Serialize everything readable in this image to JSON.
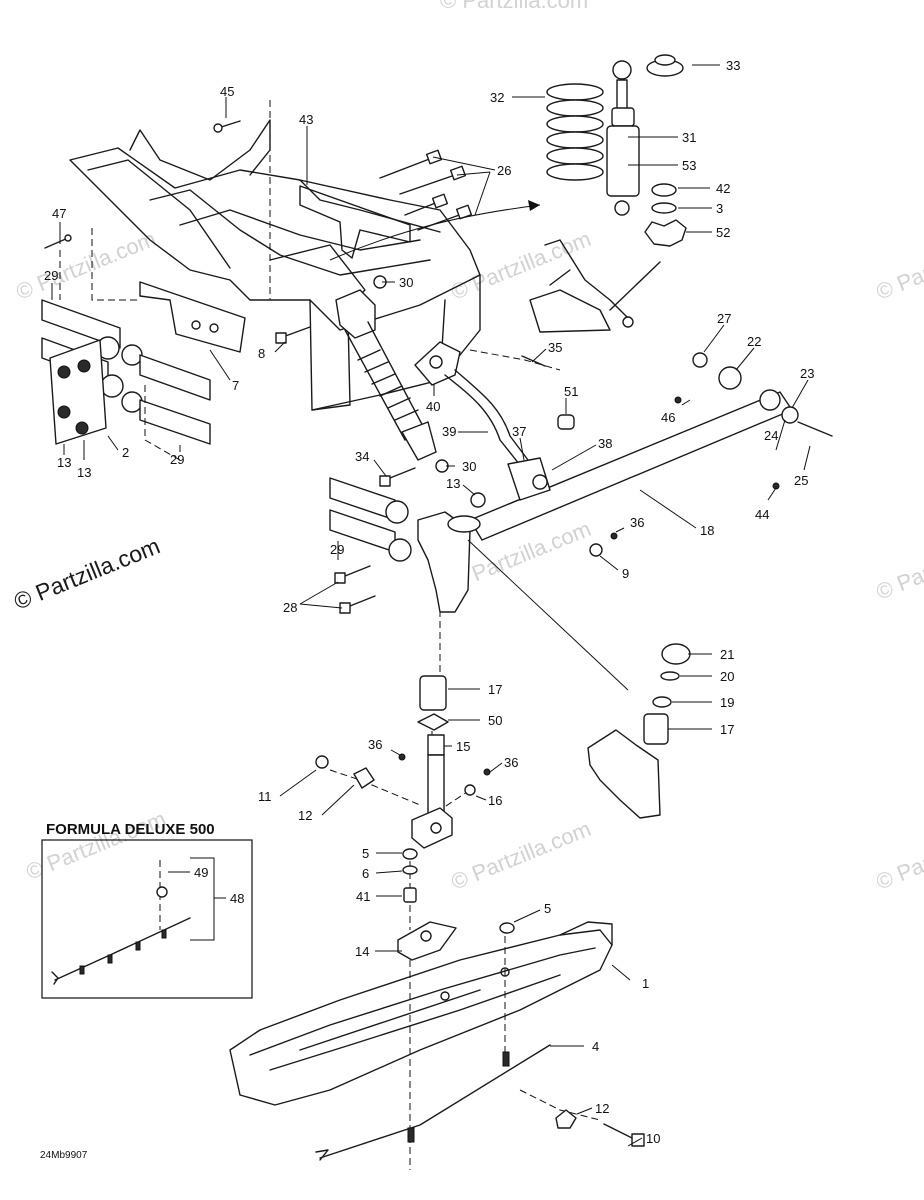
{
  "watermark": "© Partzilla.com",
  "inset": {
    "title": "FORMULA DELUXE 500"
  },
  "figure_code": "24Mb9907",
  "callouts": {
    "c45": "45",
    "c43": "43",
    "c47": "47",
    "c26": "26",
    "c30a": "30",
    "c29a": "29",
    "c8": "8",
    "c7": "7",
    "c13a": "13",
    "c13b": "13",
    "c2": "2",
    "c29b": "29",
    "c32": "32",
    "c33": "33",
    "c31": "31",
    "c53": "53",
    "c42": "42",
    "c3": "3",
    "c52": "52",
    "c27": "27",
    "c22": "22",
    "c23": "23",
    "c35": "35",
    "c51": "51",
    "c40": "40",
    "c46": "46",
    "c39": "39",
    "c37": "37",
    "c38": "38",
    "c24": "24",
    "c25": "25",
    "c44": "44",
    "c34": "34",
    "c30b": "30",
    "c13c": "13",
    "c18": "18",
    "c36a": "36",
    "c9": "9",
    "c29c": "29",
    "c28": "28",
    "c21": "21",
    "c20": "20",
    "c19": "19",
    "c17a": "17",
    "c17b": "17",
    "c50": "50",
    "c36b": "36",
    "c15": "15",
    "c36c": "36",
    "c11": "11",
    "c16": "16",
    "c12a": "12",
    "c5a": "5",
    "c6": "6",
    "c41": "41",
    "c49": "49",
    "c48": "48",
    "c5b": "5",
    "c14": "14",
    "c1": "1",
    "c4": "4",
    "c12b": "12",
    "c10": "10"
  }
}
